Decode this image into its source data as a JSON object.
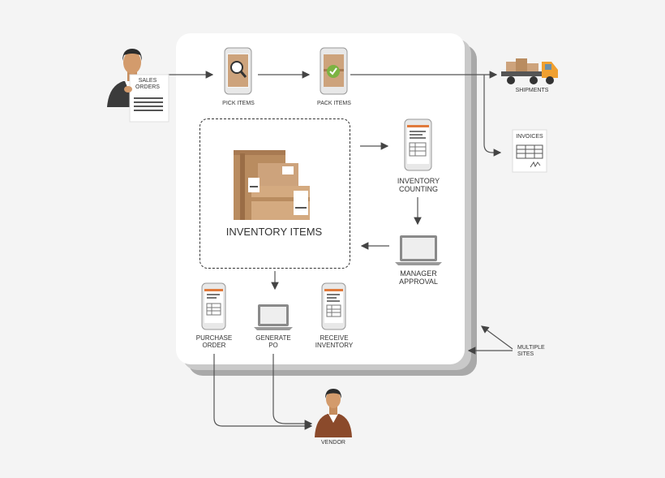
{
  "diagram": {
    "sales_orders": "SALES ORDERS",
    "pick_items": "PICK ITEMS",
    "pack_items": "PACK ITEMS",
    "shipments": "SHIPMENTS",
    "invoices": "INVOICES",
    "inventory_items": "INVENTORY ITEMS",
    "inventory_counting": "INVENTORY COUNTING",
    "manager_approval": "MANAGER APPROVAL",
    "purchase_order": "PURCHASE ORDER",
    "generate_po": "GENERATE PO",
    "receive_inventory": "RECEIVE INVENTORY",
    "multiple_sites": "MULTIPLE SITES",
    "vendor": "VENDOR"
  },
  "colors": {
    "panel": "#ffffff",
    "background": "#f4f4f4",
    "box": "#c99a6e",
    "box_dark": "#a87a52",
    "accent": "#e07a3c",
    "check": "#7cb342",
    "truck": "#f0a030"
  }
}
